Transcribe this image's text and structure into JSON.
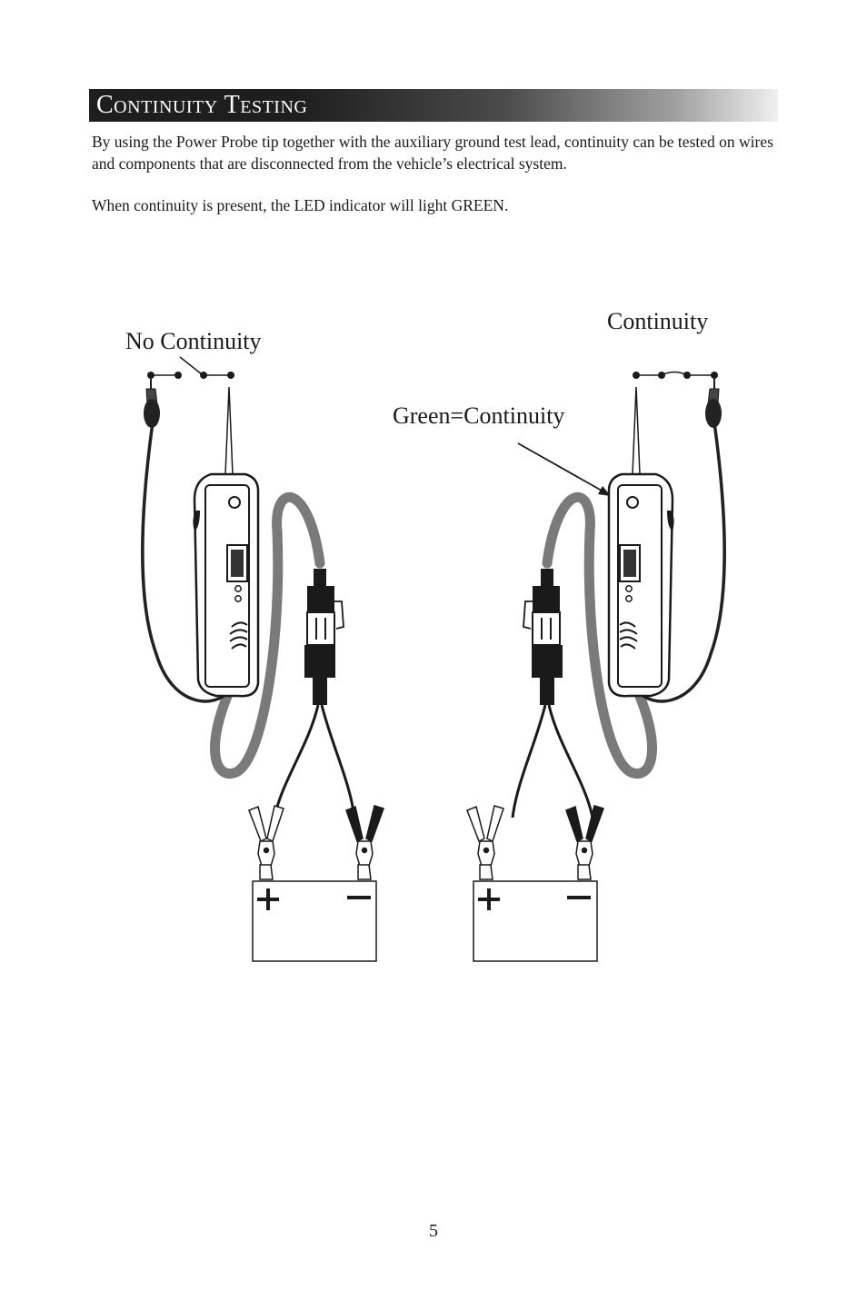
{
  "heading": "Continuity Testing",
  "paragraphs": [
    "By using the Power Probe tip together with the auxiliary ground test lead, continuity can be tested on wires and components that are disconnected from the vehicle’s electrical system.",
    "When continuity is present, the LED indicator will light GREEN."
  ],
  "diagram": {
    "label_left": "No Continuity",
    "label_right": "Continuity",
    "label_green": "Green=Continuity",
    "battery_plus": "+",
    "battery_minus": "−"
  },
  "page_number": "5"
}
